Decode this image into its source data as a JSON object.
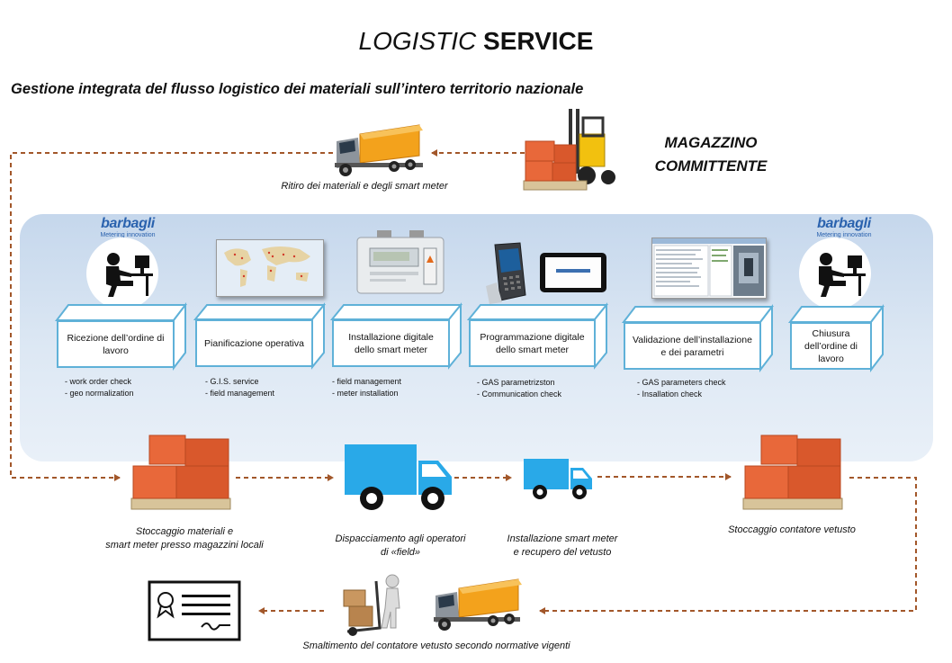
{
  "header": {
    "title_italic": "LOGISTIC",
    "title_bold": "SERVICE",
    "subtitle": "Gestione integrata del flusso logistico dei materiali sull’intero territorio nazionale"
  },
  "warehouse": {
    "label_line1": "MAGAZZINO",
    "label_line2": "COMMITTENTE",
    "pickup_caption": "Ritiro dei materiali  e degli smart meter"
  },
  "logos": [
    {
      "brand": "barbagli",
      "tagline": "Metering innovation"
    },
    {
      "brand": "barbagli",
      "tagline": "Metering innovation"
    }
  ],
  "steps": [
    {
      "label": "Ricezione dell’ordine di lavoro",
      "bullets": [
        "- work order check",
        "- geo normalization"
      ]
    },
    {
      "label": "Pianificazione operativa",
      "bullets": [
        "- G.I.S. service",
        "- field management"
      ]
    },
    {
      "label": "Installazione digitale dello smart meter",
      "bullets": [
        "- field management",
        "- meter installation"
      ]
    },
    {
      "label": "Programmazione digitale dello smart meter",
      "bullets": [
        "- GAS parametrizston",
        "- Communication check"
      ]
    },
    {
      "label": "Validazione dell’installazione e dei parametri",
      "bullets": [
        "- GAS parameters check",
        "- Insallation check"
      ]
    },
    {
      "label": "Chiusura dell’ordine di lavoro",
      "bullets": []
    }
  ],
  "bottom_flow": {
    "storage_line1": "Stoccaggio materiali e",
    "storage_line2": "smart meter  presso magazzini locali",
    "dispatch_line1": "Dispacciamento  agli operatori",
    "dispatch_line2": "di «field»",
    "install_line1": "Installazione smart meter",
    "install_line2": "e recupero  del vetusto",
    "old_storage": "Stoccaggio contatore vetusto",
    "disposal": "Smaltimento  del contatore  vetusto secondo normative vigenti"
  },
  "colors": {
    "arrow": "#a2572a",
    "box_border": "#5fb1d8",
    "truck_blue": "#29a9e8",
    "truck_orange": "#f3a21c",
    "brand_blue": "#2a62ae",
    "panel": "#d4e2f1"
  },
  "icons": [
    "truck-icon",
    "forklift-icon",
    "pallet-boxes-icon",
    "user-at-desk-icon",
    "world-map-icon",
    "gas-meter-icon",
    "handheld-device-icon",
    "tablet-icon",
    "software-screen-icon",
    "delivery-truck-icon",
    "hand-truck-icon",
    "certificate-icon"
  ]
}
